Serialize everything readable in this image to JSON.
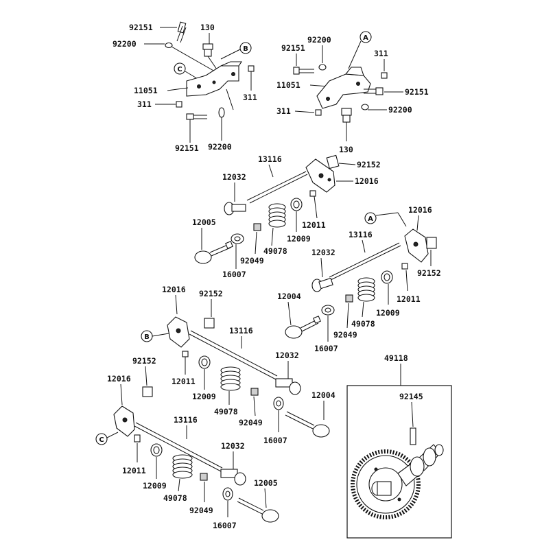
{
  "parts": {
    "bolt": "92151",
    "washer": "92200",
    "nut_130": "130",
    "nut_311": "311",
    "bracket": "11051",
    "push_rod": "13116",
    "tappet": "12032",
    "rocker_arm": "12016",
    "pin": "92152",
    "retainer": "12011",
    "spring_seat": "12009",
    "valve_spring": "49078",
    "cotter": "92049",
    "valve_exhaust": "12005",
    "valve_intake": "12004",
    "seal": "16007",
    "camshaft_assy": "49118",
    "cam_part": "92145"
  },
  "callouts": {
    "a": "A",
    "b": "B",
    "c": "C"
  }
}
